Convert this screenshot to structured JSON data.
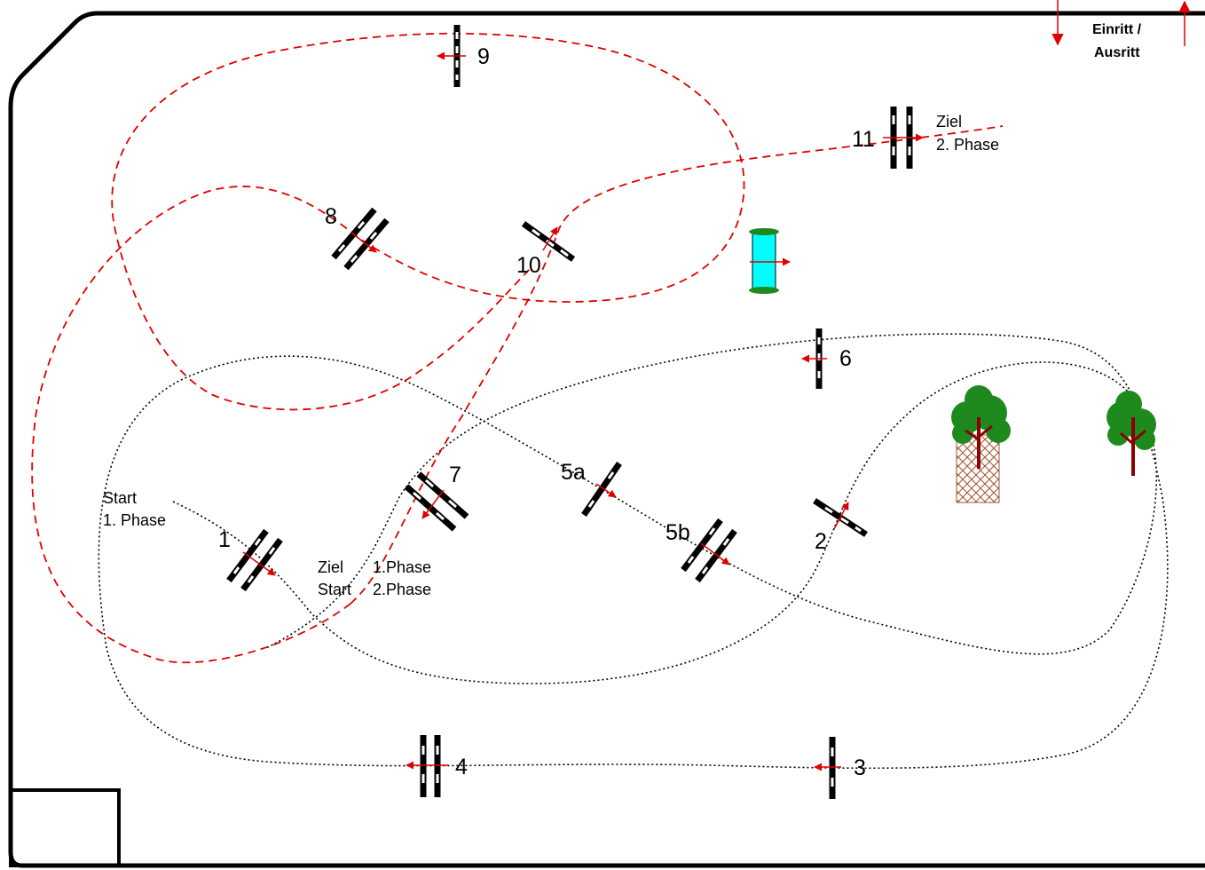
{
  "entrance": {
    "line1": "Einritt /",
    "line2": "Ausritt"
  },
  "start1": {
    "line1": "Start",
    "line2": "1. Phase"
  },
  "ziel1": {
    "col1_line1": "Ziel",
    "col1_line2": "Start",
    "col2_line1": "1.Phase",
    "col2_line2": "2.Phase"
  },
  "ziel2": {
    "line1": "Ziel",
    "line2": "2. Phase"
  },
  "obstacles": [
    {
      "id": "1",
      "label": "1"
    },
    {
      "id": "2",
      "label": "2"
    },
    {
      "id": "3",
      "label": "3"
    },
    {
      "id": "4",
      "label": "4"
    },
    {
      "id": "5a",
      "label": "5a"
    },
    {
      "id": "5b",
      "label": "5b"
    },
    {
      "id": "6",
      "label": "6"
    },
    {
      "id": "7",
      "label": "7"
    },
    {
      "id": "8",
      "label": "8"
    },
    {
      "id": "9",
      "label": "9"
    },
    {
      "id": "10",
      "label": "10"
    },
    {
      "id": "11",
      "label": "11"
    }
  ],
  "colors": {
    "phase1_route": "#000000",
    "phase2_route": "#e00000",
    "water": "#00ffff",
    "tree": "#1e8a1e",
    "trunk": "#8b0000",
    "arrow": "#e00000"
  }
}
